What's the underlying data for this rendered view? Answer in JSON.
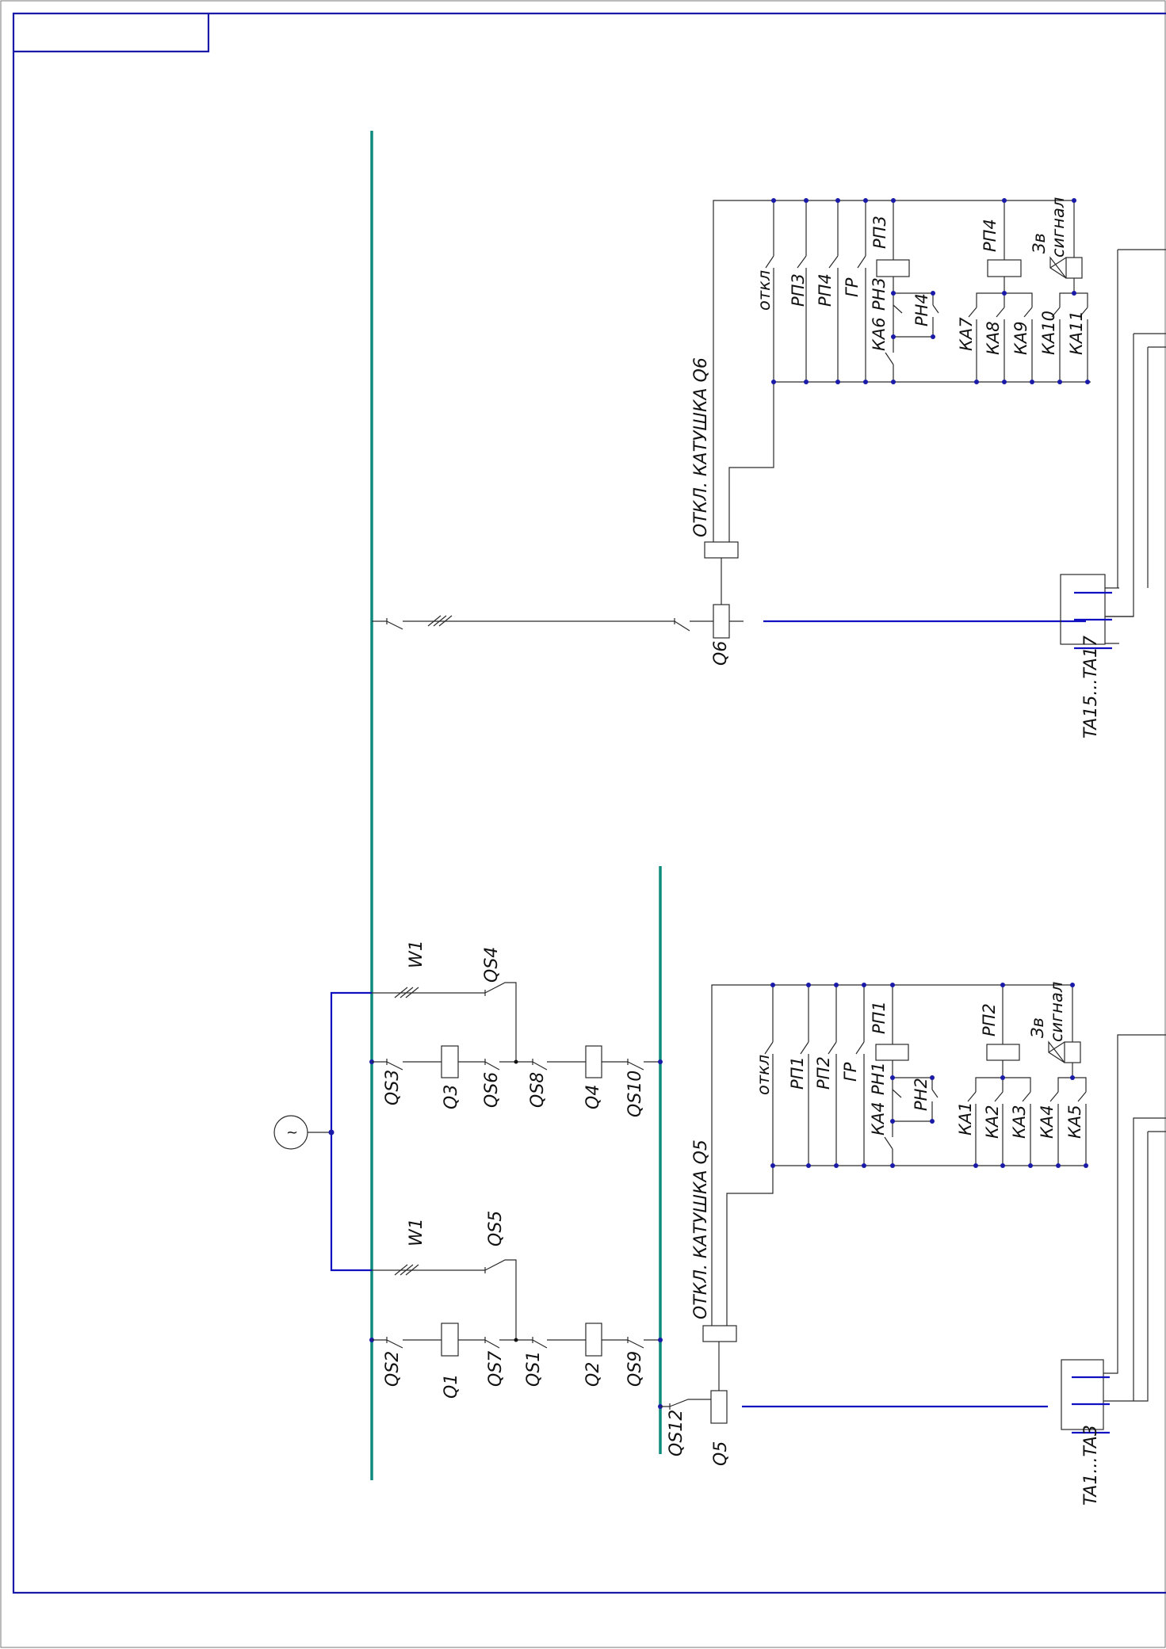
{
  "colors": {
    "frame": "#1a1aa8",
    "bus": "#0f8a7e",
    "line": "#2a2a2a",
    "feed": "#1010c0",
    "dot": "#1a1aa8"
  },
  "labels": {
    "w1_top": "W1",
    "w1_bottom": "W1",
    "qs4": "QS4",
    "qs5": "QS5",
    "qs3": "QS3",
    "q3": "Q3",
    "qs6": "QS6",
    "qs8": "QS8",
    "q4": "Q4",
    "qs10": "QS10",
    "qs2": "QS2",
    "q1": "Q1",
    "qs7": "QS7",
    "qs1": "QS1",
    "q2": "Q2",
    "qs9": "QS9",
    "qs12": "QS12",
    "q5": "Q5",
    "q6": "Q6",
    "ta_top": "TA15...TA17",
    "ta_bottom": "TA1...TA3",
    "coil_q6": "ОТКЛ. КАТУШКА  Q6",
    "coil_q5": "ОТКЛ. КАТУШКА  Q5",
    "generator": "~"
  },
  "top_panel": {
    "otkl": "откл",
    "rp3": "РП3",
    "rp4": "РП4",
    "gr": "ГР",
    "rn3": "РН3",
    "ka6": "КА6",
    "rn4": "РН4",
    "rp3_coil": "РП3",
    "rp4_coil": "РП4",
    "ka7": "КА7",
    "ka8": "КА8",
    "ka9": "КА9",
    "ka10": "КА10",
    "ka11": "КА11",
    "zv": "Зв",
    "signal": "сигнал"
  },
  "bottom_panel": {
    "otkl": "откл",
    "rp1": "РП1",
    "rp2": "РП2",
    "gr": "ГР",
    "rn1": "РН1",
    "ka4a": "КА4",
    "rn2": "РН2",
    "rp1_coil": "РП1",
    "rp2_coil": "РП2",
    "ka1": "КА1",
    "ka2": "КА2",
    "ka3": "КА3",
    "ka4": "КА4",
    "ka5": "КА5",
    "zv": "Зв",
    "signal": "сигнал"
  }
}
